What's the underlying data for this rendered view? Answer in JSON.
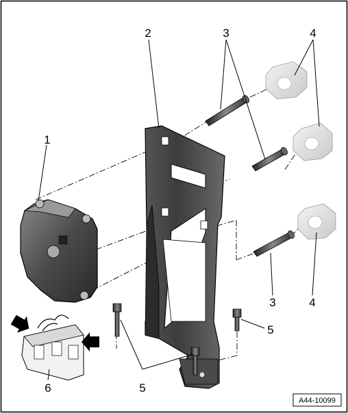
{
  "figure": {
    "reference_id": "A44-10099",
    "callouts": {
      "c1": "1",
      "c2": "2",
      "c3_top": "3",
      "c3_bottom": "3",
      "c4_top": "4",
      "c4_bottom": "4",
      "c5_right": "5",
      "c5_bottom": "5",
      "c6": "6"
    }
  }
}
